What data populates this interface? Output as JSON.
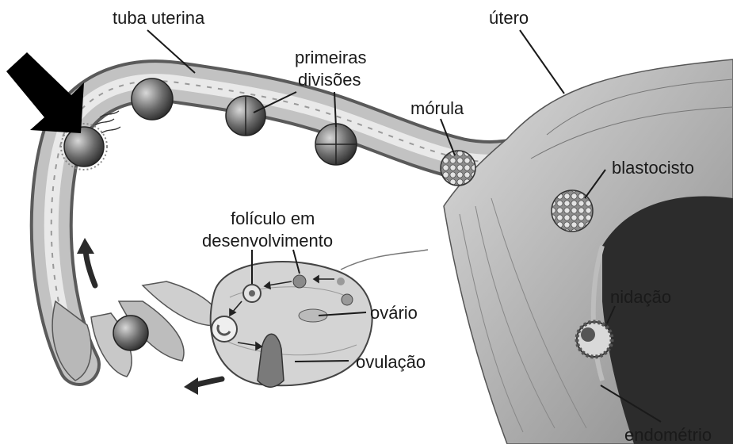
{
  "labels": {
    "tuba_uterina": "tuba uterina",
    "utero": "útero",
    "primeiras_divisoes_1": "primeiras",
    "primeiras_divisoes_2": "divisões",
    "morula": "mórula",
    "blastocisto": "blastocisto",
    "foliculo_1": "folículo em",
    "foliculo_2": "desenvolvimento",
    "ovario": "ovário",
    "ovulacao": "ovulação",
    "nidacao": "nidação",
    "endometrio": "endométrio"
  },
  "colors": {
    "tube_fill": "#bdbdbd",
    "tube_light": "#e6e6e6",
    "tube_dark": "#6e6e6e",
    "embryo": "#707070",
    "arrow": "#000000"
  },
  "icons": {
    "pointer": "black-arrow-icon",
    "flow": "curved-arrow-icon"
  }
}
